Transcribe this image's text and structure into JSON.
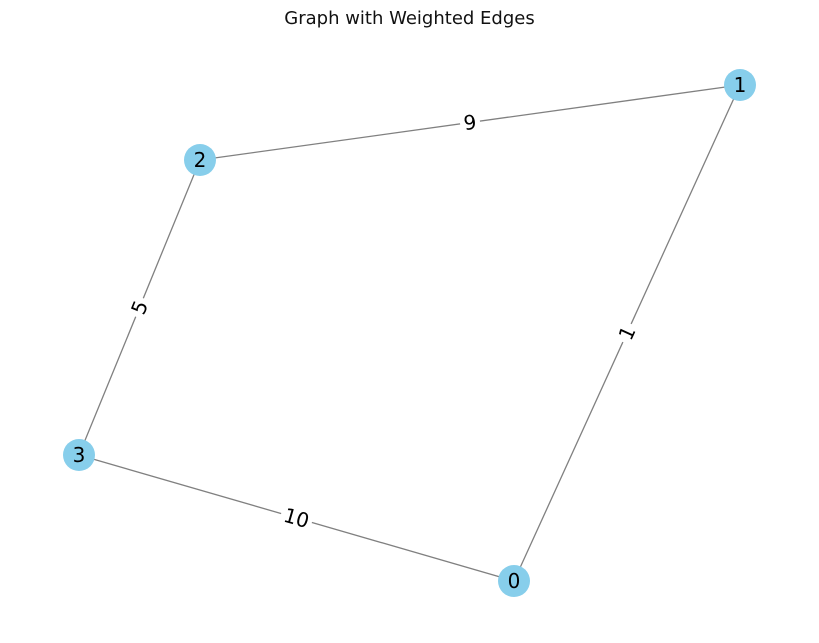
{
  "title": "Graph with Weighted Edges",
  "colors": {
    "node_fill": "#87ceeb",
    "edge_stroke": "#808080",
    "label_text": "#000000"
  },
  "nodes": [
    {
      "id": "0",
      "label": "0"
    },
    {
      "id": "1",
      "label": "1"
    },
    {
      "id": "2",
      "label": "2"
    },
    {
      "id": "3",
      "label": "3"
    }
  ],
  "edges": [
    {
      "id": "e-2-1",
      "source": "2",
      "target": "1",
      "weight": "9"
    },
    {
      "id": "e-1-0",
      "source": "1",
      "target": "0",
      "weight": "1"
    },
    {
      "id": "e-2-3",
      "source": "2",
      "target": "3",
      "weight": "5"
    },
    {
      "id": "e-3-0",
      "source": "3",
      "target": "0",
      "weight": "10"
    }
  ]
}
